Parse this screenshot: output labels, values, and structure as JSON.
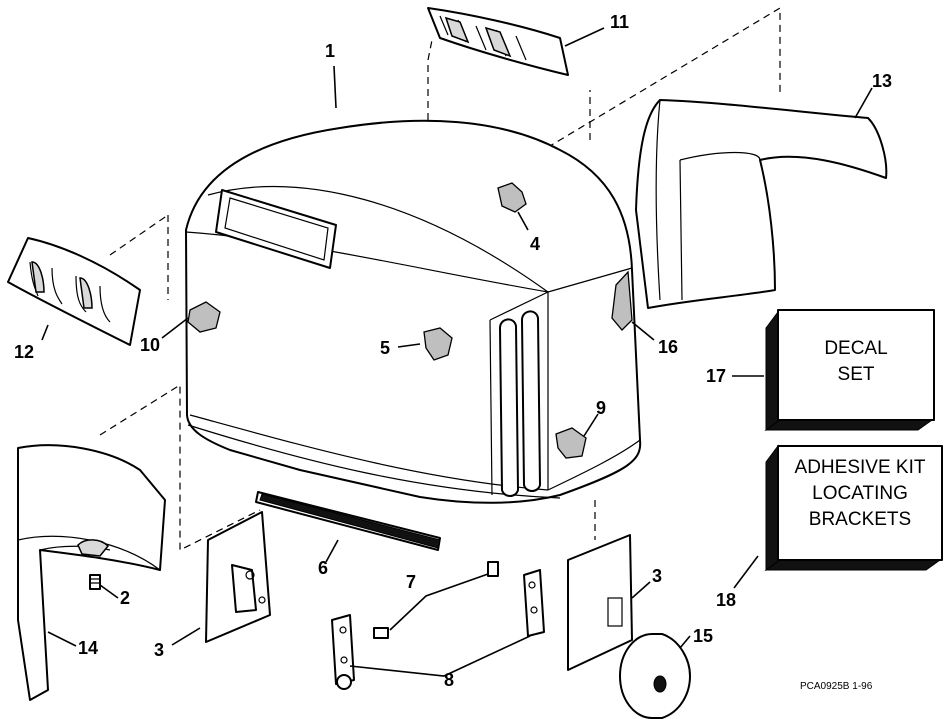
{
  "callouts": {
    "c1": "1",
    "c2": "2",
    "c3a": "3",
    "c3b": "3",
    "c4": "4",
    "c5": "5",
    "c6": "6",
    "c7": "7",
    "c8": "8",
    "c9": "9",
    "c10": "10",
    "c11": "11",
    "c12": "12",
    "c13": "13",
    "c14": "14",
    "c15": "15",
    "c16": "16",
    "c17": "17",
    "c18": "18"
  },
  "decal_box": {
    "line1": "DECAL",
    "line2": "SET"
  },
  "adhesive_box": {
    "line1": "ADHESIVE KIT",
    "line2": "LOCATING",
    "line3": "BRACKETS"
  },
  "drawing_code": "PCA0925B  1-96"
}
